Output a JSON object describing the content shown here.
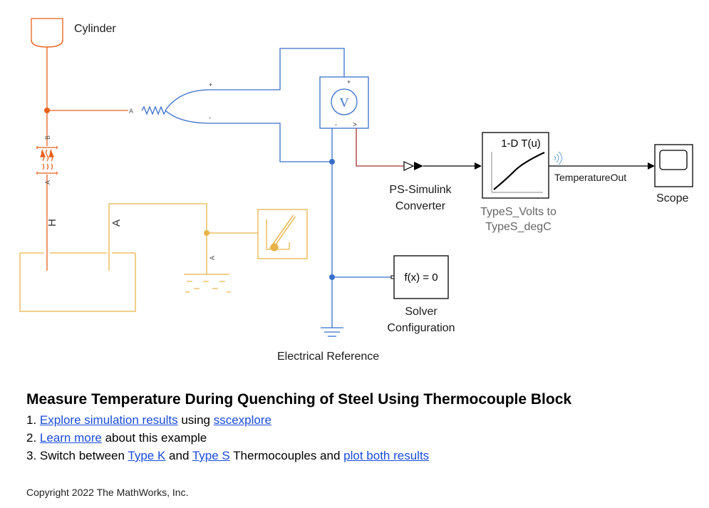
{
  "blocks": {
    "cylinder": "Cylinder",
    "ps_simulink_converter": "PS-Simulink\nConverter",
    "lookup_table_name": "TypeS_Volts to\nTypeS_degC",
    "lookup_table_title": "1-D T(u)",
    "temperature_out": "TemperatureOut",
    "scope": "Scope",
    "solver_configuration": "Solver\nConfiguration",
    "solver_expression": "f(x) = 0",
    "electrical_reference": "Electrical Reference",
    "voltmeter_symbol": "V",
    "port_a": "A",
    "port_b": "B",
    "port_h": "H",
    "plus": "+",
    "minus": "-",
    "gt": ">"
  },
  "colors": {
    "thermal": "#e8601c",
    "electrical": "#3a6fc9",
    "fluid": "#e8b44a",
    "signal": "#000000",
    "ps_signal": "#a0322d",
    "link": "#1a4bdc"
  },
  "doc": {
    "title": "Measure Temperature During Quenching of Steel Using Thermocouple Block",
    "item1": {
      "prefix": "1. ",
      "link1": "Explore simulation results",
      "middle": " using ",
      "link2": "sscexplore"
    },
    "item2": {
      "prefix": "2. ",
      "link1": "Learn more",
      "suffix": " about this example"
    },
    "item3": {
      "prefix": "3. Switch between ",
      "link1": "Type K",
      "middle1": " and ",
      "link2": "Type S",
      "middle2": " Thermocouples and ",
      "link3": "plot both results"
    },
    "copyright": "Copyright 2022 The MathWorks, Inc."
  }
}
